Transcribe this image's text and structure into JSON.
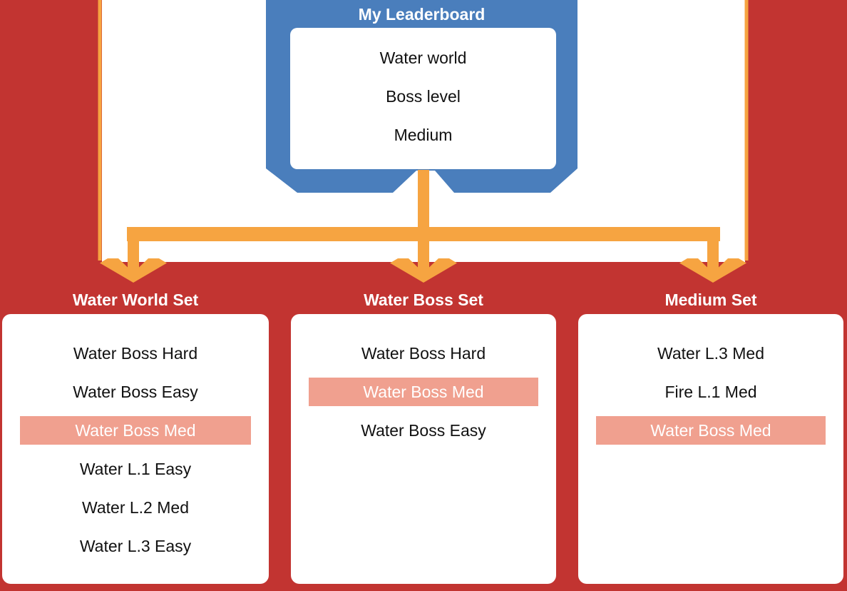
{
  "diagram": {
    "root_box": {
      "title": "My Leaderboard",
      "fields": [
        {
          "label": "Water world"
        },
        {
          "label": "Boss level"
        },
        {
          "label": "Medium"
        }
      ]
    },
    "sets": [
      {
        "title": "Water World Set",
        "items": [
          {
            "label": "Water Boss Hard",
            "highlighted": false
          },
          {
            "label": "Water Boss Easy",
            "highlighted": false
          },
          {
            "label": "Water Boss Med",
            "highlighted": true
          },
          {
            "label": "Water L.1 Easy",
            "highlighted": false
          },
          {
            "label": "Water L.2 Med",
            "highlighted": false
          },
          {
            "label": "Water L.3 Easy",
            "highlighted": false
          }
        ]
      },
      {
        "title": "Water Boss Set",
        "items": [
          {
            "label": "Water Boss Hard",
            "highlighted": false
          },
          {
            "label": "Water Boss Med",
            "highlighted": true
          },
          {
            "label": "Water Boss Easy",
            "highlighted": false
          }
        ]
      },
      {
        "title": "Medium Set",
        "items": [
          {
            "label": "Water L.3 Med",
            "highlighted": false
          },
          {
            "label": "Fire L.1 Med",
            "highlighted": false
          },
          {
            "label": "Water Boss Med",
            "highlighted": true
          }
        ]
      }
    ],
    "colors": {
      "background_red": "#c23431",
      "node_blue": "#4a7ebc",
      "connector_orange": "#f6a441",
      "highlight_salmon": "#f0a08f",
      "card_white": "#ffffff"
    }
  }
}
